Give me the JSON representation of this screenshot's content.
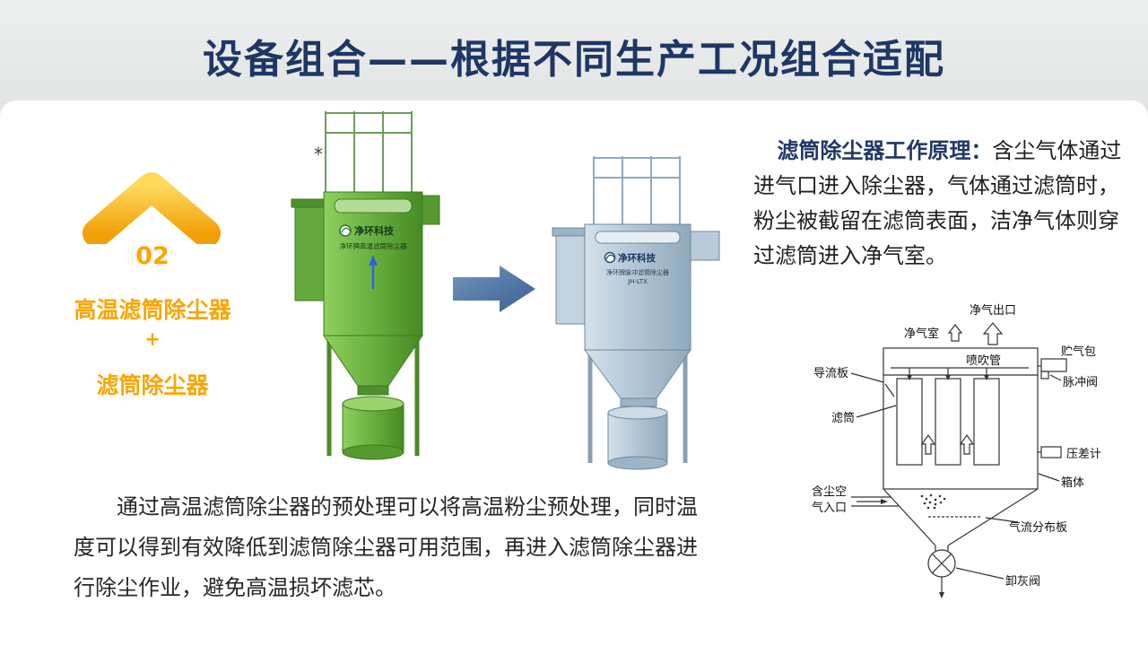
{
  "title": "设备组合——根据不同生产工况组合适配",
  "asterisk": "*",
  "left_panel": {
    "number": "02",
    "device_top": "高温滤筒除尘器",
    "plus": "+",
    "device_bottom": "滤筒除尘器"
  },
  "green_machine": {
    "brand": "净环科技",
    "model_label": "净环牌高温滤筒除尘器"
  },
  "blue_machine": {
    "brand": "净环科技",
    "model_label": "净环牌脉冲滤筒除尘器",
    "model_code": "JH-LTX"
  },
  "principle": {
    "heading": "滤筒除尘器工作原理：",
    "body": "含尘气体通过进气口进入除尘器，气体通过滤筒时，粉尘被截留在滤筒表面，洁净气体则穿过滤筒进入净气室。"
  },
  "diagram_labels": {
    "clean_air_outlet": "净气出口",
    "clean_air_room": "净气室",
    "blow_pipe": "喷吹管",
    "air_bag": "贮气包",
    "guide_plate": "导流板",
    "pulse_valve": "脉冲阀",
    "filter_cartridge": "滤筒",
    "pressure_gauge": "压差计",
    "box_body": "箱体",
    "dusty_air_line1": "含尘空",
    "dusty_air_line2": "气入口",
    "air_distribution_plate": "气流分布板",
    "ash_valve": "卸灰阀"
  },
  "bottom_paragraph": "通过高温滤筒除尘器的预处理可以将高温粉尘预处理，同时温度可以得到有效降低到滤筒除尘器可用范围，再进入滤筒除尘器进行除尘作业，避免高温损坏滤芯。",
  "colors": {
    "accent_orange": "#F9A602",
    "title_navy": "#1E3765",
    "arrow_blue": "#3A5F8E",
    "machine_green": "#61A838",
    "machine_blue": "#ADC2D2"
  }
}
